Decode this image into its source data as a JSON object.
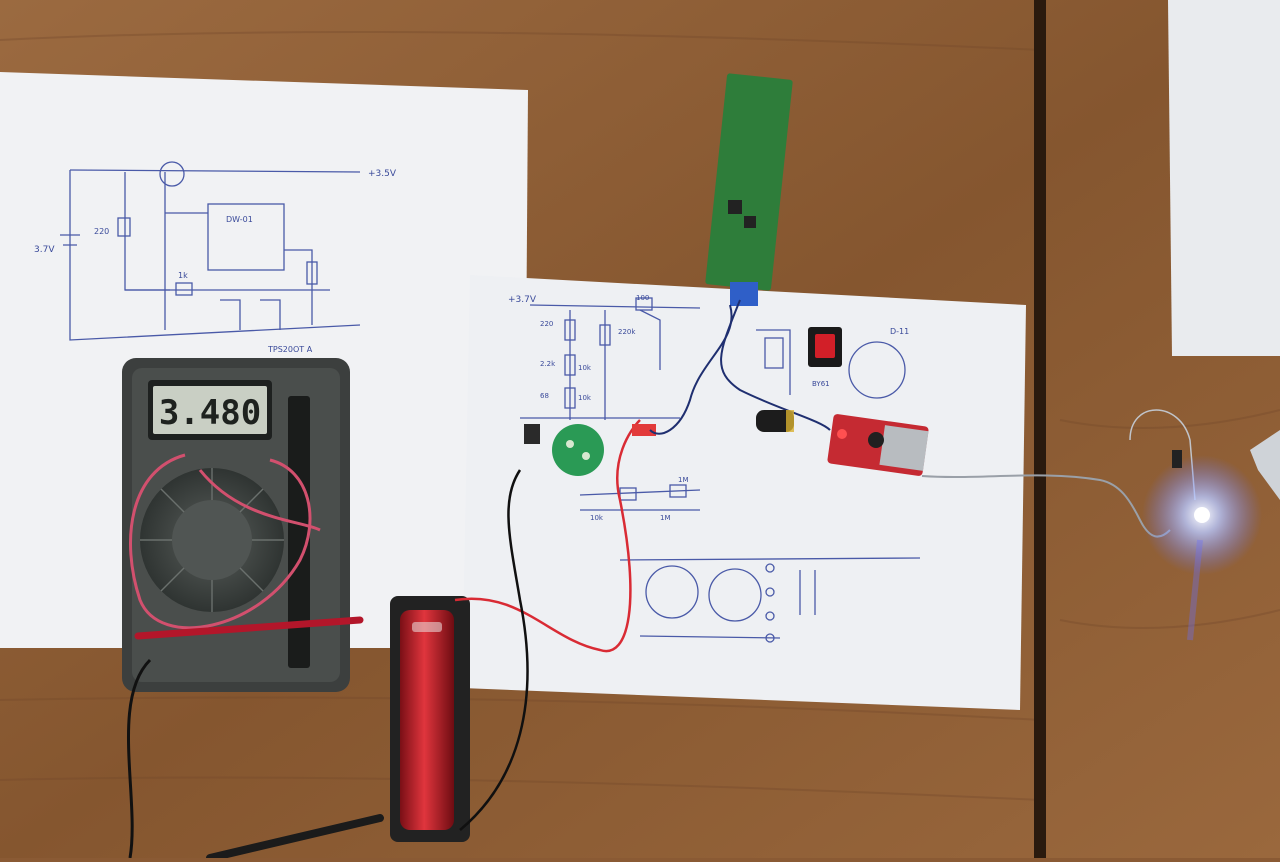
{
  "scene": {
    "multimeter": {
      "display_reading": "3.480"
    },
    "schematic_left": {
      "supply_label": "+3.5V",
      "battery_label": "3.7V",
      "ic_label": "DW-01",
      "resistor_label": "220",
      "resistor2_label": "1k",
      "transistor_label": "TPS20OT A"
    },
    "schematic_right": {
      "supply_label": "+3.7V",
      "labels": [
        "220",
        "220k",
        "2.2k",
        "10k",
        "68",
        "10k",
        "D-11",
        "BY61",
        "100",
        "1M",
        "10k",
        "1M"
      ]
    }
  },
  "colors": {
    "wood": "#8a5a34",
    "wood_dark": "#6e4526",
    "paper": "#f2f3f5",
    "ink": "#3a4a9a",
    "lcd": "#c9cfc4",
    "battery": "#c8202a",
    "pcb": "#2e7d3a"
  }
}
